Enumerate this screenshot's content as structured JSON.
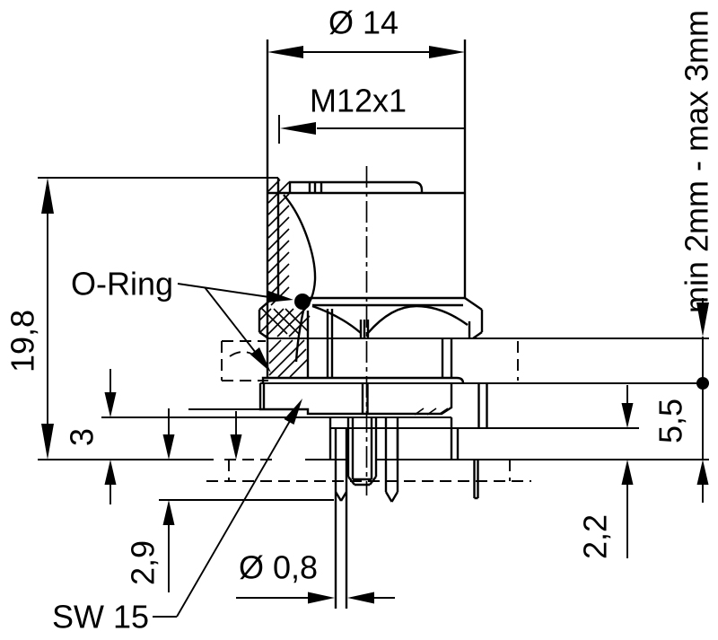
{
  "drawing": {
    "labels": {
      "diameter_top": "Ø 14",
      "thread": "M12x1",
      "panel_range": "min 2mm - max 3mm",
      "overall_height": "19,8",
      "oring": "O-Ring",
      "nut_thickness": "3",
      "pin_protrusion": "2,9",
      "wrench_size": "SW 15",
      "pin_diameter": "Ø 0,8",
      "rear_height": "5,5",
      "insert_depth": "2,2"
    },
    "colors": {
      "line": "#000000",
      "background": "#ffffff"
    }
  }
}
